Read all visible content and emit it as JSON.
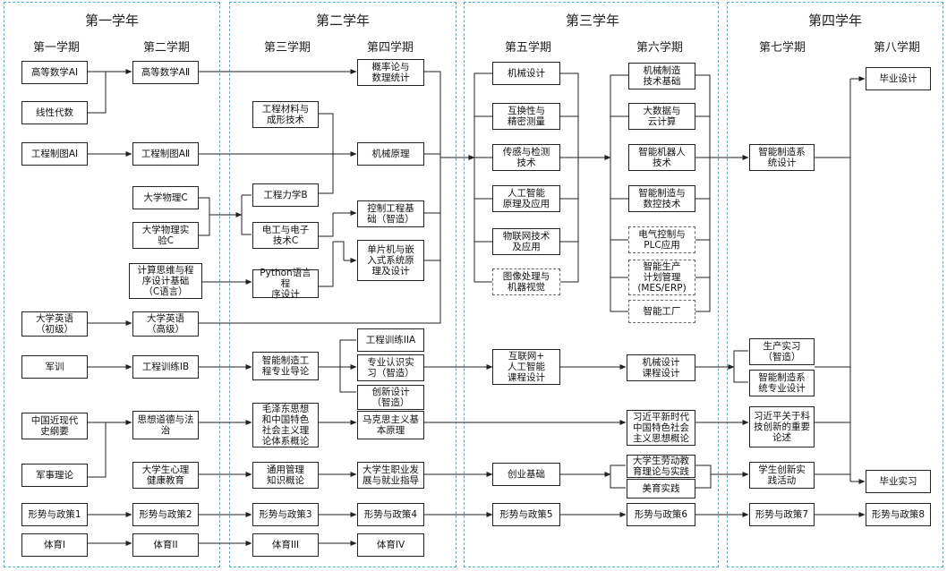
{
  "years": [
    "第一学年",
    "第二学年",
    "第三学年",
    "第四学年"
  ],
  "semesters": [
    "第一学期",
    "第二学期",
    "第三学期",
    "第四学期",
    "第五学期",
    "第六学期",
    "第七学期",
    "第八学期"
  ],
  "courses": {
    "gdsx1": "高等数学AI",
    "xxds": "线性代数",
    "gctx1": "工程制图AI",
    "dxyy1": "大学英语\n（初级）",
    "junxun": "军训",
    "zgjd": "中国近现代\n史纲要",
    "jsll": "军事理论",
    "xszc1": "形势与政策1",
    "ty1": "体育I",
    "gdsx2": "高等数学AⅡ",
    "gctx2": "工程制图AⅡ",
    "dxwl": "大学物理C",
    "dxwlsy": "大学物理实\n验C",
    "jssw": "计算思维与程\n序设计基础\n（C语言）",
    "dxyy2": "大学英语\n（高级）",
    "gcxl1b": "工程训练IB",
    "sxdd": "思想道德与法\n治",
    "dxsxl": "大学生心理\n健康教育",
    "xszc2": "形势与政策2",
    "ty2": "体育II",
    "gccl": "工程材料与\n成形技术",
    "gclx": "工程力学B",
    "dgdz": "电工与电子\n技术C",
    "python": "Python语言程\n序设计",
    "znzz_dl": "智能制造工\n程专业导论",
    "mzd": "毛泽东思想\n和中国特色\n社会主义理\n论体系概论",
    "tygl": "通用管理\n知识概论",
    "xszc3": "形势与政策3",
    "ty3": "体育III",
    "gltj": "概率论与\n数理统计",
    "jxyl": "机械原理",
    "kzgc": "控制工程基\n础（智造）",
    "dpj": "单片机与嵌\n入式系统原\n理及设计",
    "gcxl2a": "工程训练IIA",
    "zyrs": "专业认识实\n习（智造）",
    "cxsj": "创新设计\n（智造）",
    "mkszy": "马克思主义基\n本原理",
    "zyfz": "大学生职业发\n展与就业指导",
    "xszc4": "形势与政策4",
    "ty4": "体育IV",
    "jxsj": "机械设计",
    "hhx": "互换性与\n精密测量",
    "cgq": "传感与检测\n技术",
    "rgzn": "人工智能\n原理及应用",
    "wlw": "物联网技术\n及应用",
    "txcl": "图像处理与\n机器视觉",
    "hlw": "互联网+\n人工智能\n课程设计",
    "cyjc": "创业基础",
    "xszc5": "形势与政策5",
    "jxzz": "机械制造\n技术基础",
    "dsj": "大数据与\n云计算",
    "znjqr": "智能机器人\n技术",
    "znzz_sk": "智能制造与\n数控技术",
    "plc": "电气控制与\nPLC应用",
    "mes": "智能生产\n计划管理\n(MES/ERP)",
    "zngc": "智能工厂",
    "jxkcsj": "机械设计\n课程设计",
    "xjp": "习近平新时代\n中国特色社会\n主义思想概论",
    "ldjy": "大学生劳动教\n育理论与实践",
    "mysj": "美育实践",
    "xszc6": "形势与政策6",
    "znzz_xt": "智能制造系\n统设计",
    "scsx": "生产实习\n（智造）",
    "znzz_kcsj": "智能制造系\n统专业设计",
    "xjpkj": "习近平关于科\n技创新的重要\n论述",
    "cxsj2": "学生创新实\n践活动",
    "xszc7": "形势与政策7",
    "bysj": "毕业设计",
    "bysx": "毕业实习",
    "xszc8": "形势与政策8"
  },
  "colors": {
    "frame": "#4fb3d6",
    "line": "#222222"
  }
}
